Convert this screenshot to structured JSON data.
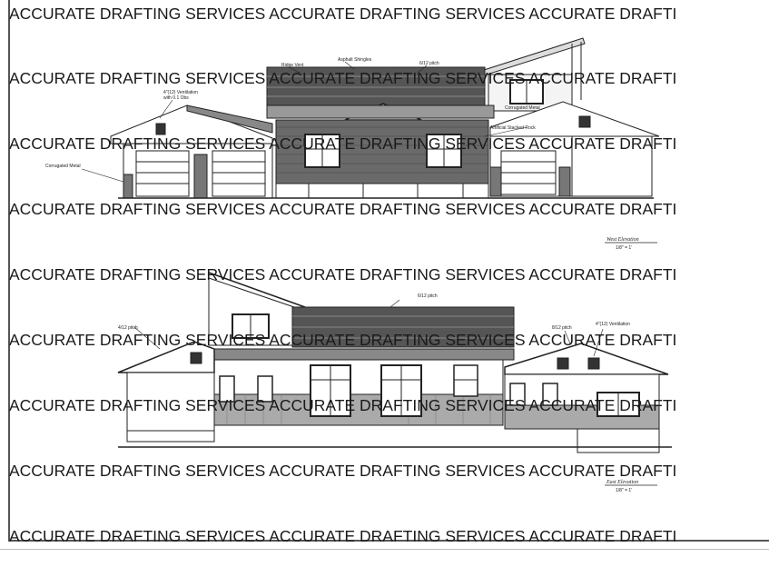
{
  "watermark": {
    "text": "ACCURATE DRAFTING SERVICES ACCURATE DRAFTING SERVICES ACCURATE DRAFTI"
  },
  "front_elevation": {
    "notes": {
      "asphalt": "Asphalt Shingles",
      "ridge": "Ridge Vent",
      "pitch_main": "6/12 pitch",
      "vent": "4\"(12) Ventilation",
      "vent2": "with 0.1 Obs",
      "corrugated_right": "Corrugated Metal",
      "stone": "Artificial Stacked Rock",
      "corrugated_left": "Corrugated Metal"
    },
    "title": "West Elevation",
    "scale": "1/8\" = 1'"
  },
  "rear_elevation": {
    "notes": {
      "pitch_top": "6/12 pitch",
      "pitch_left": "4/12 pitch",
      "pitch_right": "8/12 pitch",
      "vent": "4\"(12) Ventilation"
    },
    "title": "East Elevation",
    "scale": "1/8\" = 1'"
  }
}
